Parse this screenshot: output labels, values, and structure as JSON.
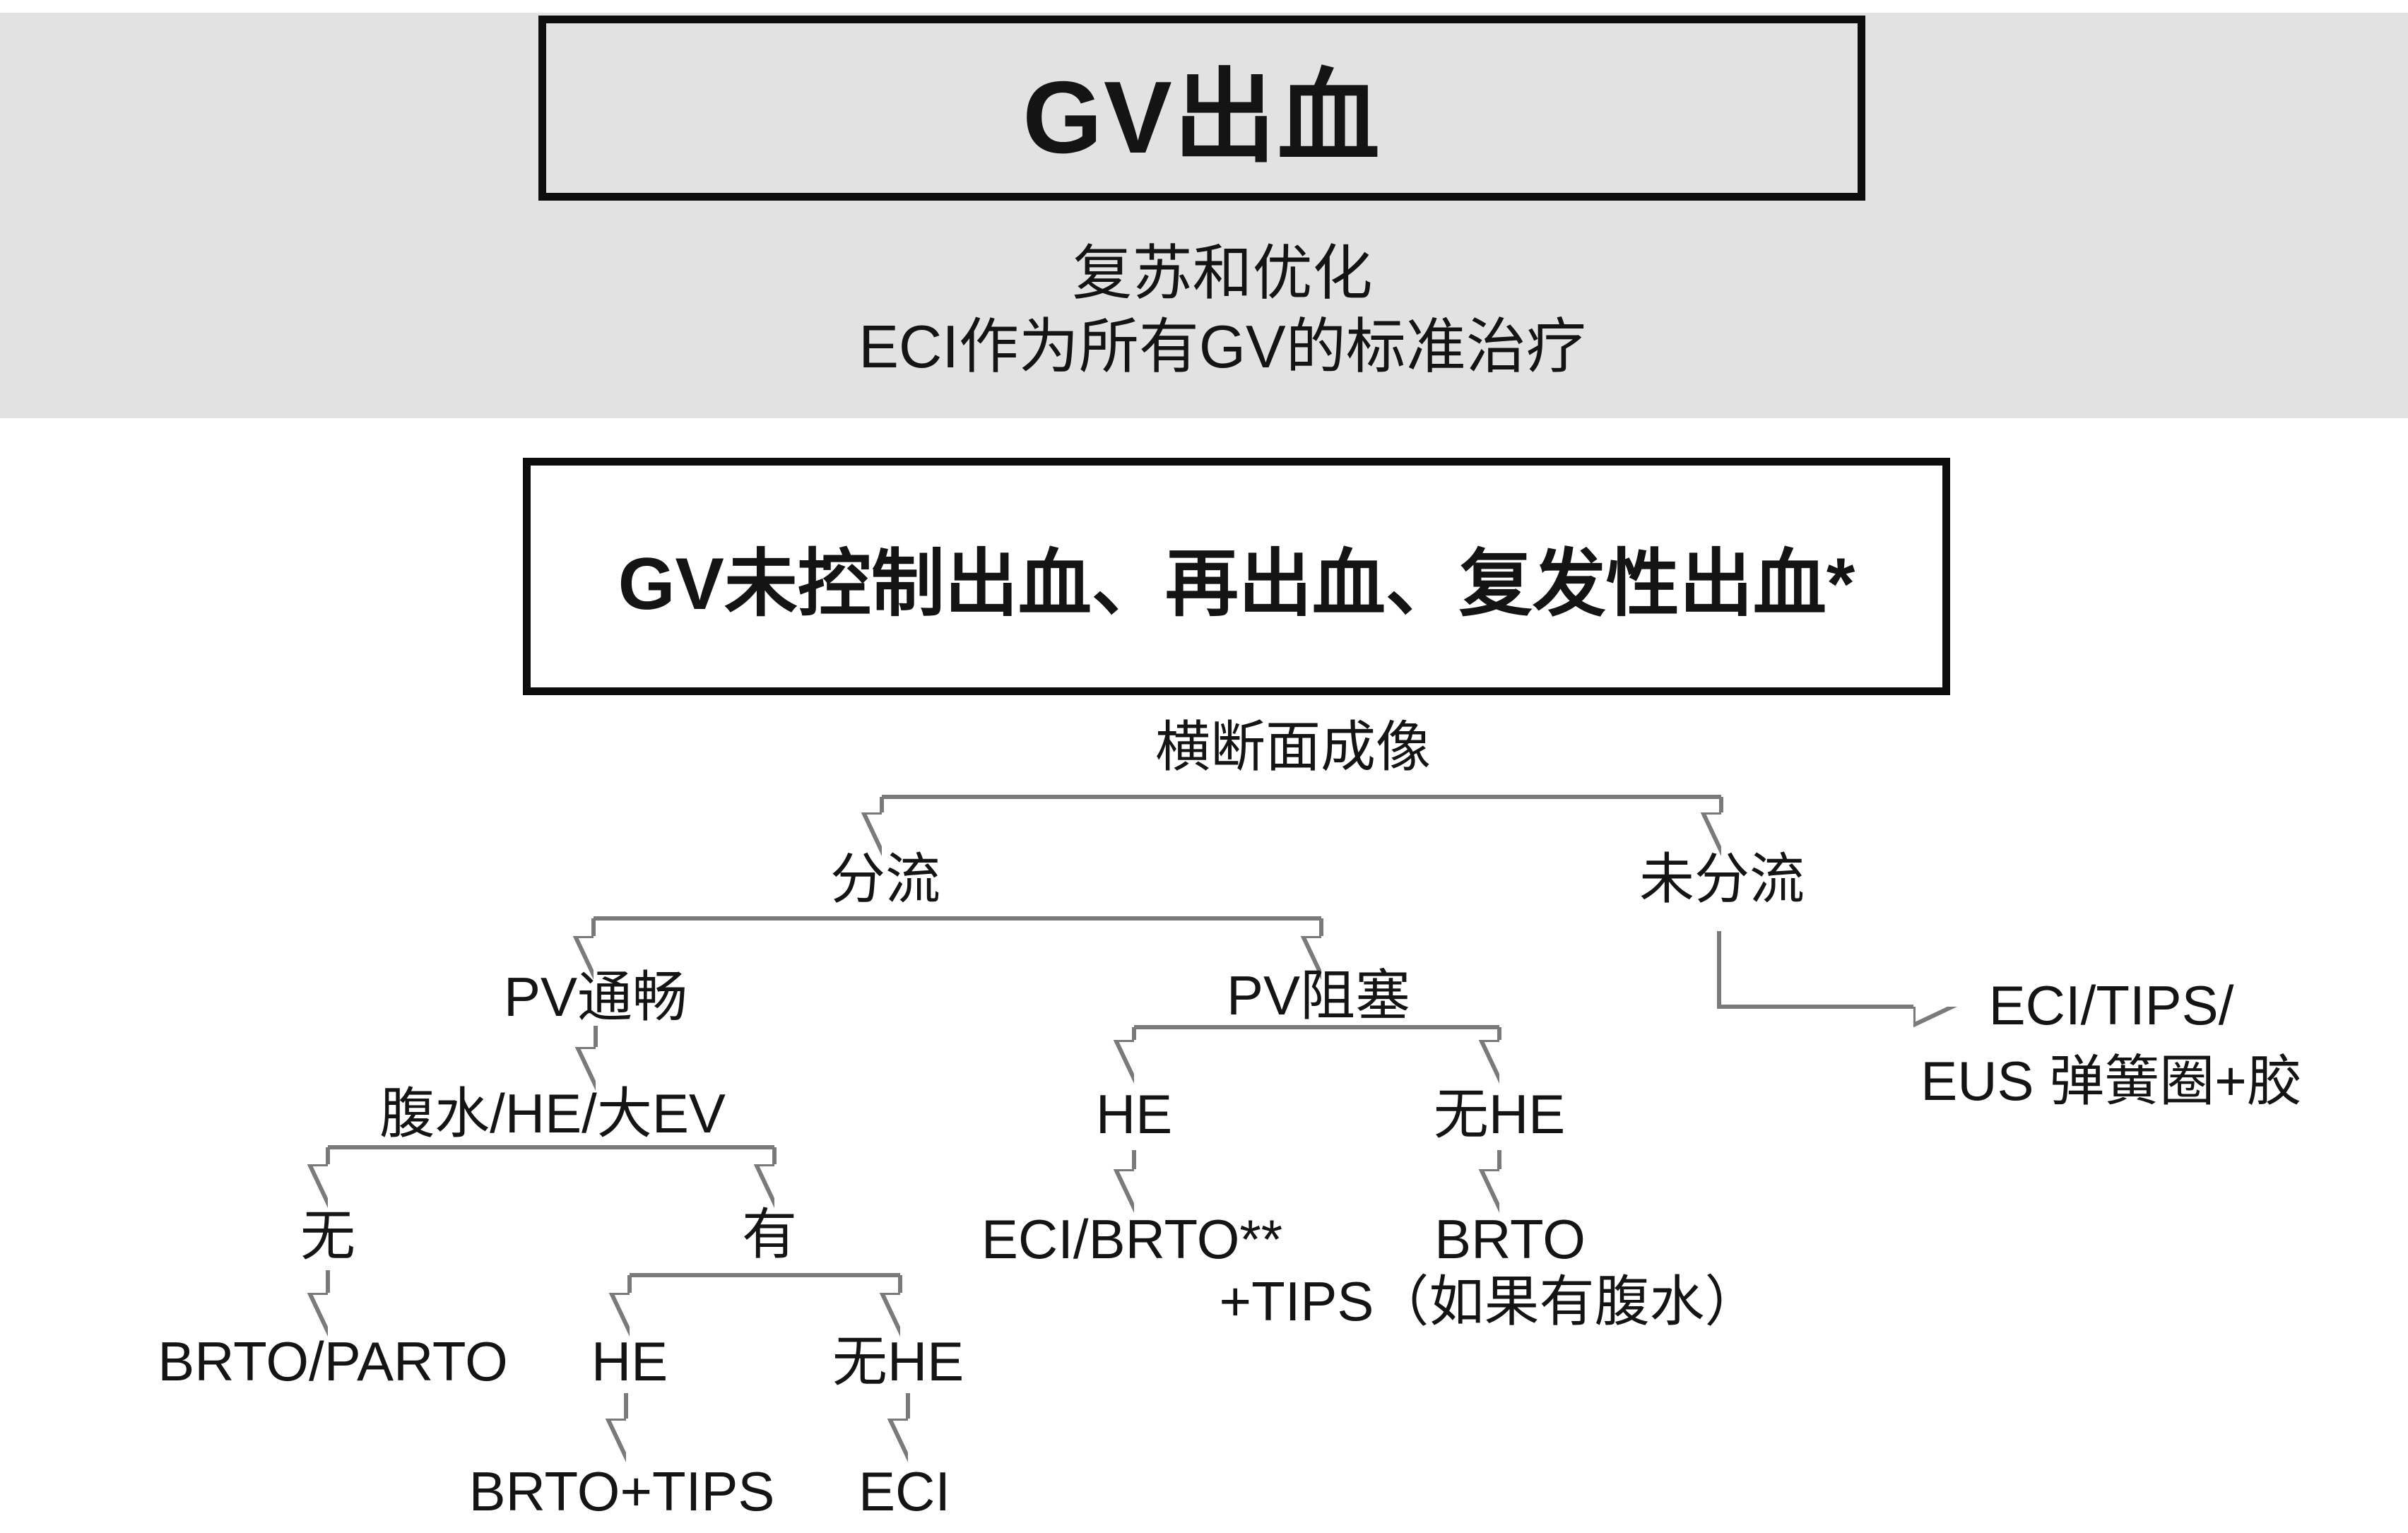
{
  "banner": {
    "title": "GV出血",
    "subtitle_line1": "复苏和优化",
    "subtitle_line2": "ECI作为所有GV的标准治疗"
  },
  "alert_box": {
    "title": "GV未控制出血、再出血、复发性出血*"
  },
  "flowchart": {
    "cross_imaging": "横断面成像",
    "shunt": "分流",
    "no_shunt": "未分流",
    "pv_patent": "PV通畅",
    "pv_occluded": "PV阻塞",
    "ascites_he_large_ev": "腹水/HE/大EV",
    "absent": "无",
    "present": "有",
    "brto_parto": "BRTO/PARTO",
    "he_shunt_patent": "HE",
    "no_he_shunt_patent": "无HE",
    "brto_tips": "BRTO+TIPS",
    "eci": "ECI",
    "he_pv_occluded": "HE",
    "no_he_pv_occluded": "无HE",
    "eci_brto": "ECI/BRTO**",
    "brto": "BRTO",
    "brto_note": "+TIPS（如果有腹水）",
    "no_shunt_tx_line1": "ECI/TIPS/",
    "no_shunt_tx_line2": "EUS 弹簧圈+胶"
  },
  "colors": {
    "banner_gray": "#e2e2e2",
    "line_gray": "#7a7a7a",
    "arrow_dark": "#2e2e2e",
    "box_border_black": "#0d0d0d",
    "text_ink": "#141414"
  }
}
